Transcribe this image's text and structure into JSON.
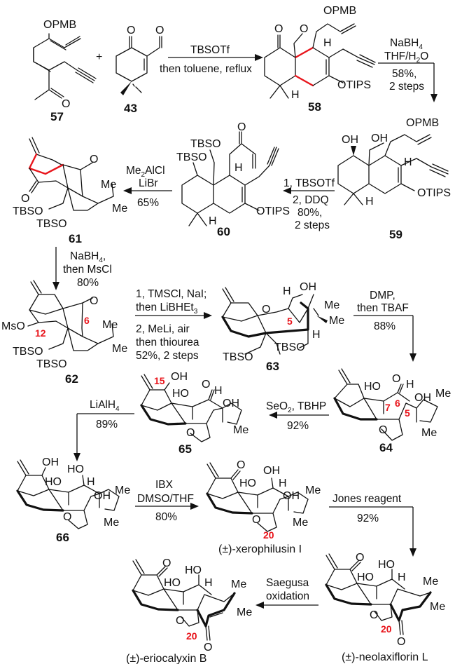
{
  "scheme": {
    "accent_color": "#e8141b",
    "compounds": [
      {
        "id": "57",
        "atoms": [
          "OPMB",
          "O"
        ]
      },
      {
        "id": "43",
        "atoms": [
          "O",
          "O"
        ]
      },
      {
        "id": "58",
        "atoms": [
          "OPMB",
          "O",
          "O",
          "H",
          "H",
          "OTIPS"
        ]
      },
      {
        "id": "59",
        "atoms": [
          "OPMB",
          "OH",
          "OH",
          "H",
          "H",
          "OTIPS"
        ]
      },
      {
        "id": "60",
        "atoms": [
          "O",
          "TBSO",
          "TBSO",
          "H",
          "H",
          "OTIPS"
        ]
      },
      {
        "id": "61",
        "atoms": [
          "O",
          "O",
          "Me",
          "Me",
          "TBSO",
          "TBSO"
        ]
      },
      {
        "id": "62",
        "atoms": [
          "O",
          "MsO",
          "Me",
          "Me",
          "TBSO",
          "TBSO"
        ],
        "numbering": [
          "12",
          "6"
        ]
      },
      {
        "id": "63",
        "atoms": [
          "O",
          "H",
          "OH",
          "Me",
          "Me",
          "H",
          "TBSO",
          "TBSO"
        ],
        "numbering": [
          "5"
        ]
      },
      {
        "id": "64",
        "atoms": [
          "HO",
          "O",
          "H",
          "OH",
          "Me",
          "Me",
          "O"
        ],
        "numbering": [
          "7",
          "6",
          "5"
        ]
      },
      {
        "id": "65",
        "atoms": [
          "OH",
          "HO",
          "O",
          "H",
          "OH",
          "Me",
          "O"
        ],
        "numbering": [
          "15"
        ]
      },
      {
        "id": "66",
        "atoms": [
          "OH",
          "HO",
          "HO",
          "H",
          "OH",
          "Me",
          "Me",
          "O"
        ]
      }
    ],
    "natural_products": [
      {
        "name": "(±)-xerophilusin I",
        "atoms": [
          "O",
          "HO",
          "OH",
          "H",
          "OH",
          "Me",
          "Me",
          "O"
        ],
        "numbering": [
          "20"
        ]
      },
      {
        "name": "(±)-neolaxiflorin L",
        "atoms": [
          "O",
          "HO",
          "HO",
          "H",
          "Me",
          "Me",
          "O",
          "O"
        ],
        "numbering": [
          "20"
        ]
      },
      {
        "name": "(±)-eriocalyxin B",
        "atoms": [
          "O",
          "HO",
          "HO",
          "H",
          "Me",
          "Me",
          "O",
          "O"
        ],
        "numbering": [
          "20"
        ]
      }
    ],
    "plus_sign": "+",
    "steps": [
      {
        "from": "57 + 43",
        "to": "58",
        "above": "TBSOTf",
        "below": "then toluene, reflux"
      },
      {
        "from": "58",
        "to": "59",
        "lines": [
          "NaBH",
          "THF/H",
          "O",
          "58%,",
          "2 steps"
        ],
        "sub4": "4",
        "sub2": "2"
      },
      {
        "from": "59",
        "to": "60",
        "above": "1, TBSOTf",
        "below": [
          "2, DDQ",
          "80%,",
          "2 steps"
        ]
      },
      {
        "from": "60",
        "to": "61",
        "above": [
          "Me",
          "AlCl",
          "LiBr"
        ],
        "sub2": "2",
        "below": "65%"
      },
      {
        "from": "61",
        "to": "62",
        "lines": [
          "NaBH",
          ",",
          "then MsCl",
          "80%"
        ],
        "sub4": "4"
      },
      {
        "from": "62",
        "to": "63",
        "above": [
          "1, TMSCl, NaI;",
          "then LiBHEt"
        ],
        "sub3": "3",
        "below": [
          "2, MeLi, air",
          "then thiourea",
          "52%, 2 steps"
        ]
      },
      {
        "from": "63",
        "to": "64",
        "above": [
          "DMP,",
          "then TBAF"
        ],
        "below": "88%"
      },
      {
        "from": "64",
        "to": "65",
        "above": [
          "SeO",
          ", TBHP"
        ],
        "sub2": "2",
        "below": "92%"
      },
      {
        "from": "65",
        "to": "66",
        "above": [
          "LiAlH"
        ],
        "sub4": "4",
        "below": "89%"
      },
      {
        "from": "66",
        "to": "(±)-xerophilusin I",
        "above": [
          "IBX",
          "DMSO/THF"
        ],
        "below": "80%"
      },
      {
        "from": "(±)-xerophilusin I",
        "to": "(±)-neolaxiflorin L",
        "above": "Jones reagent",
        "below": "92%"
      },
      {
        "from": "(±)-neolaxiflorin L",
        "to": "(±)-eriocalyxin B",
        "above": [
          "Saegusa",
          "oxidation"
        ]
      }
    ]
  }
}
